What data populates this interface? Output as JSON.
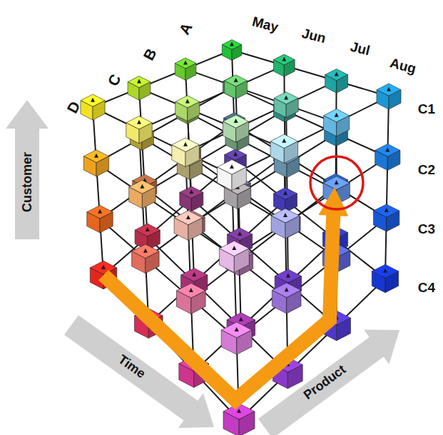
{
  "diagram": {
    "labels": [
      "D",
      "C",
      "B",
      "A",
      "May",
      "Jun",
      "Jul",
      "Aug",
      "C1",
      "C2",
      "C3",
      "C4",
      "Customer",
      "Time",
      "Product"
    ]
  }
}
